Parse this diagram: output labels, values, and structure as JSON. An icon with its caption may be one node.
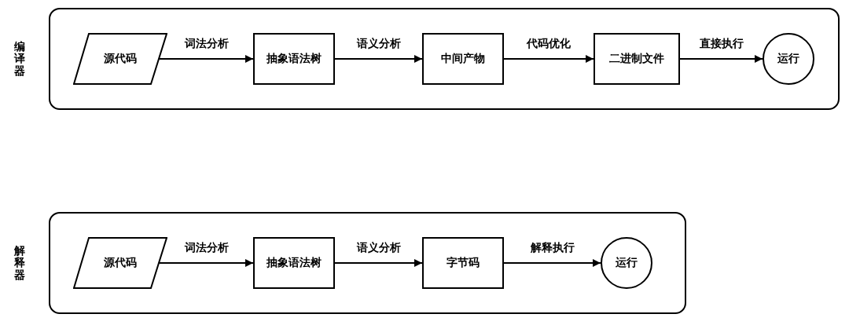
{
  "diagram": {
    "nodes": [
      {
        "text": [
          "编译器"
        ]
      },
      {
        "text": [
          "源代码"
        ],
        "in": 0
      },
      {
        "text": [
          "抽象语法树"
        ],
        "in": 0
      },
      {
        "text": [
          "中间产物"
        ],
        "in": 0
      },
      {
        "text": [
          "二进制文件"
        ],
        "in": 0
      },
      {
        "text": [
          "运行"
        ],
        "in": 0
      },
      {
        "text": [
          "解释器"
        ]
      },
      {
        "text": [
          "源代码"
        ],
        "in": 6
      },
      {
        "text": [
          "抽象语法树"
        ],
        "in": 6
      },
      {
        "text": [
          "字节码"
        ],
        "in": 6
      },
      {
        "text": [
          "运行"
        ],
        "in": 6
      }
    ],
    "edges": [
      {
        "from": 1,
        "to": 2,
        "arrow": "to",
        "label": "词法分析"
      },
      {
        "from": 2,
        "to": 3,
        "arrow": "to",
        "label": "语义分析"
      },
      {
        "from": 3,
        "to": 4,
        "arrow": "to",
        "label": "代码优化"
      },
      {
        "from": 4,
        "to": 5,
        "arrow": "to",
        "label": "直接执行"
      },
      {
        "from": 7,
        "to": 8,
        "arrow": "to",
        "label": "词法分析"
      },
      {
        "from": 8,
        "to": 9,
        "arrow": "to",
        "label": "语义分析"
      },
      {
        "from": 9,
        "to": 10,
        "arrow": "to",
        "label": "解释执行"
      }
    ]
  }
}
